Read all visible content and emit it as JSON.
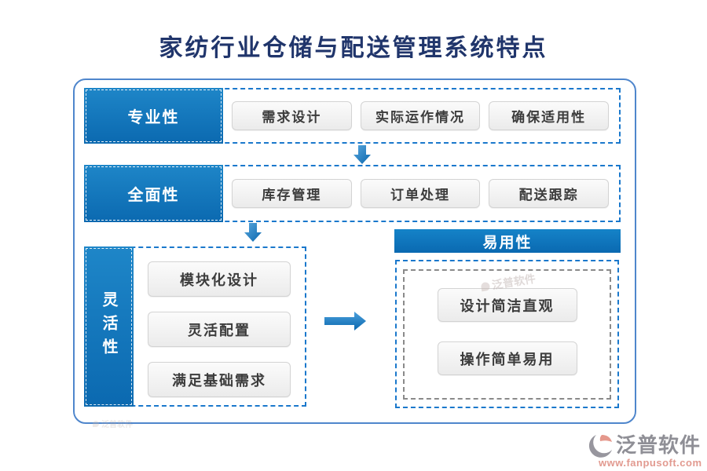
{
  "title": "家纺行业仓储与配送管理系统特点",
  "rows": [
    {
      "label": "专业性",
      "items": [
        "需求设计",
        "实际运作情况",
        "确保适用性"
      ]
    },
    {
      "label": "全面性",
      "items": [
        "库存管理",
        "订单处理",
        "配送跟踪"
      ]
    }
  ],
  "flexibility": {
    "label": "灵活性",
    "items": [
      "模块化设计",
      "灵活配置",
      "满足基础需求"
    ]
  },
  "usability": {
    "header": "易用性",
    "items": [
      "设计简洁直观",
      "操作简单易用"
    ]
  },
  "watermark": {
    "text": "泛普软件"
  },
  "logo": {
    "name": "泛普软件",
    "url": "www.fanpusoft.com"
  },
  "colors": {
    "primary_blue": "#0f74ba",
    "dashed_blue": "#1a78cc",
    "outer_border_blue": "#4f86cc",
    "title_navy": "#20356b",
    "button_bg": "#f2f2f2",
    "button_text": "#3c3c3c",
    "logo_gray": "#8f8f96",
    "logo_salmon": "#e29a90"
  }
}
